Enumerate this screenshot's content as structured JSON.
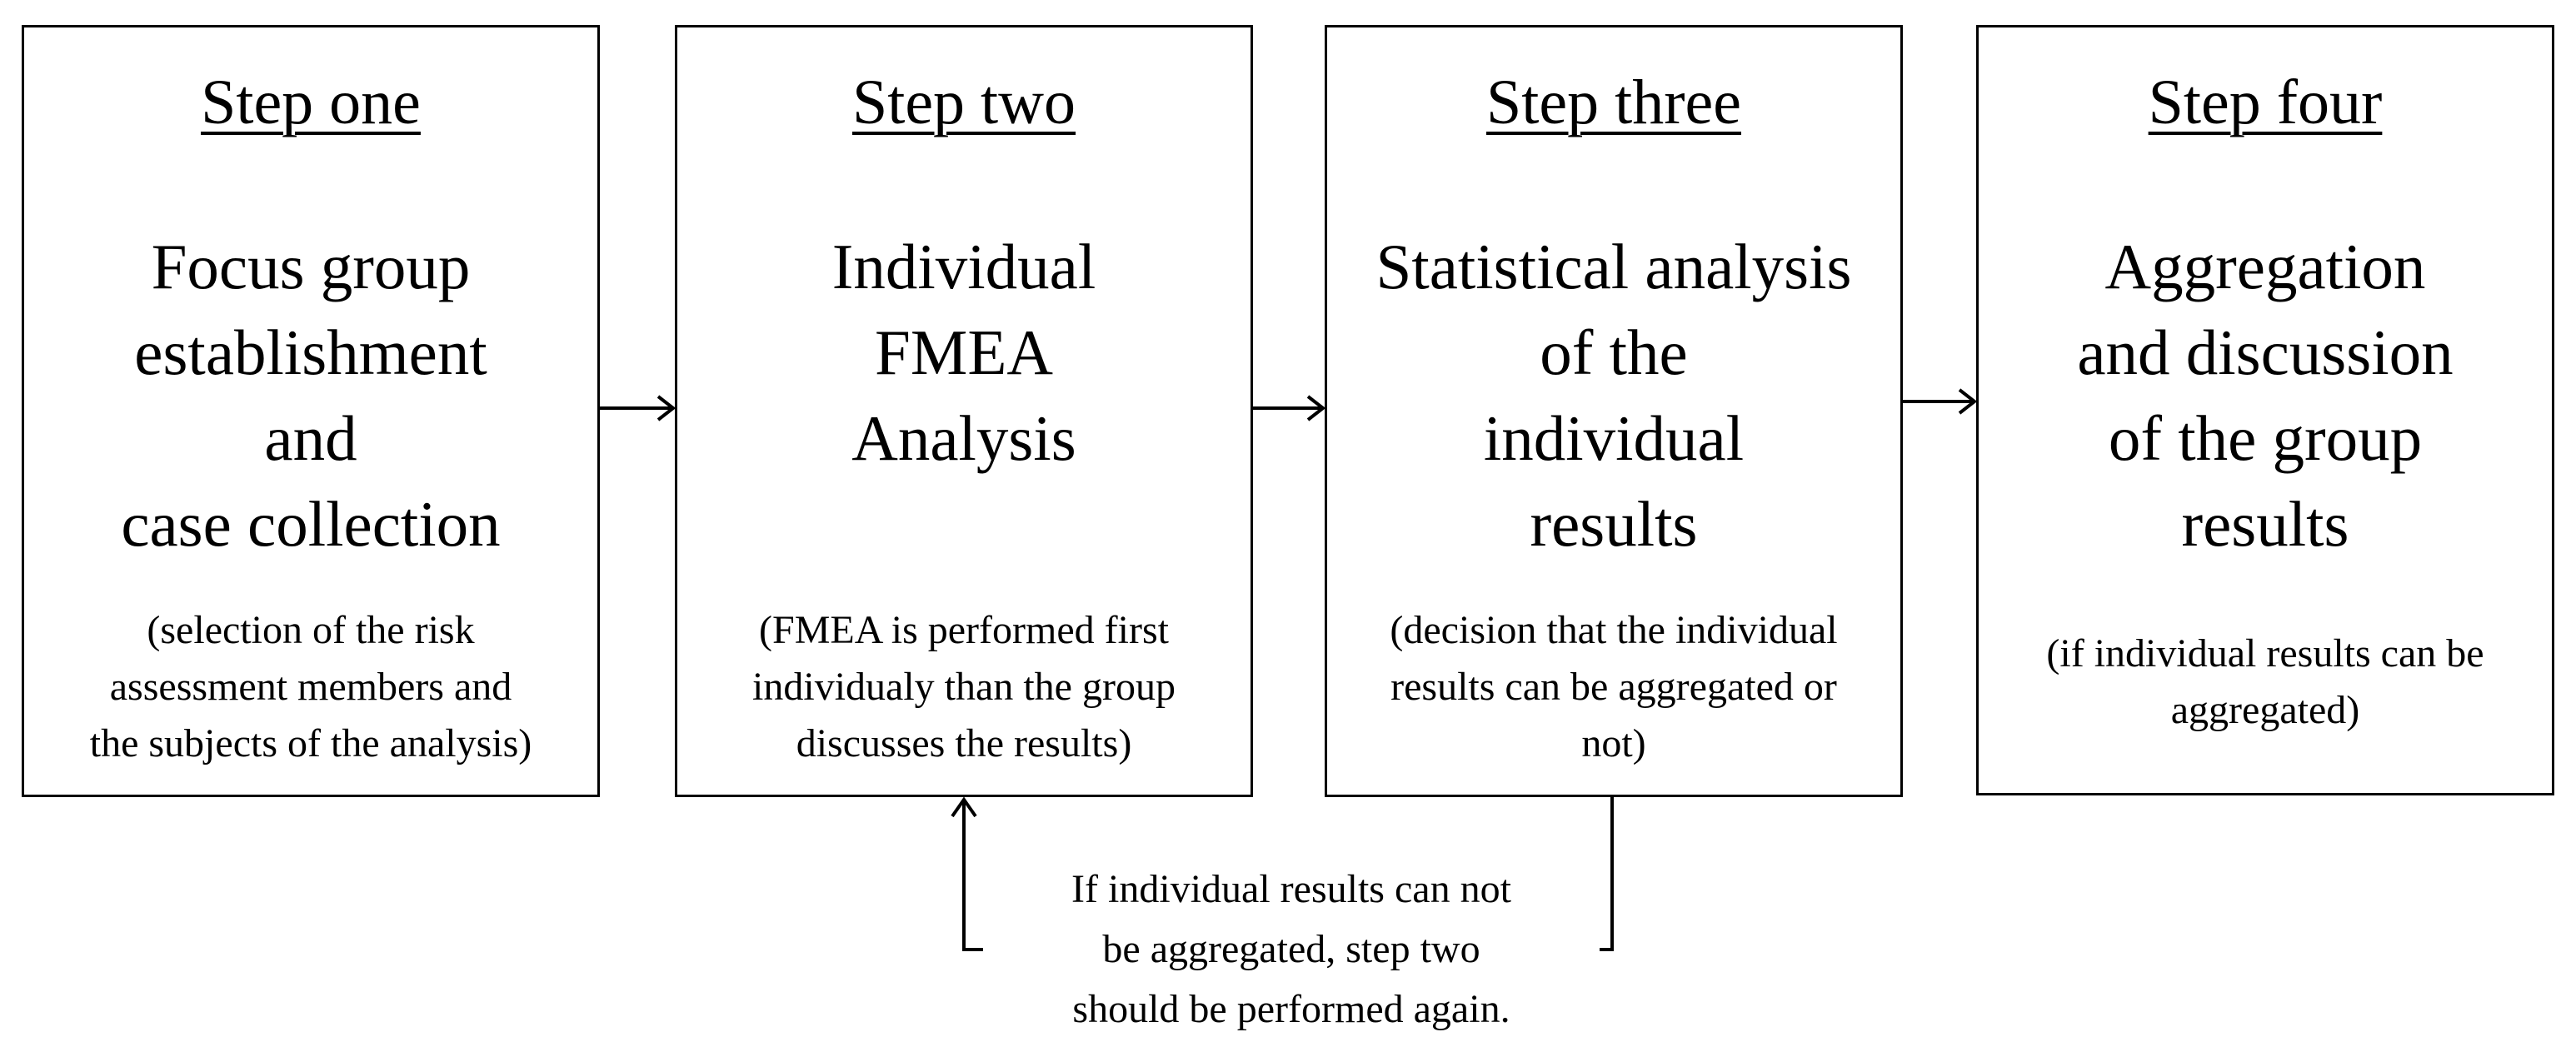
{
  "steps": [
    {
      "title": "Step one",
      "main": [
        "Focus group",
        "establishment",
        "and",
        "case collection"
      ],
      "note": [
        "(selection of the risk",
        "assessment members and",
        "the subjects of the analysis)"
      ]
    },
    {
      "title": "Step two",
      "main": [
        "Individual",
        "FMEA",
        "Analysis"
      ],
      "note": [
        "(FMEA is performed first",
        "individualy than the group",
        "discusses the results)"
      ]
    },
    {
      "title": "Step three",
      "main": [
        "Statistical analysis",
        "of the",
        "individual",
        "results"
      ],
      "note": [
        "(decision that the individual",
        "results can be aggregated or",
        "not)"
      ]
    },
    {
      "title": "Step four",
      "main": [
        "Aggregation",
        "and discussion",
        "of the group",
        "results"
      ],
      "note": [
        "(if individual results can be",
        "aggregated)"
      ]
    }
  ],
  "loop_note": [
    "If individual results can not",
    "be aggregated, step two",
    "should be performed again."
  ]
}
